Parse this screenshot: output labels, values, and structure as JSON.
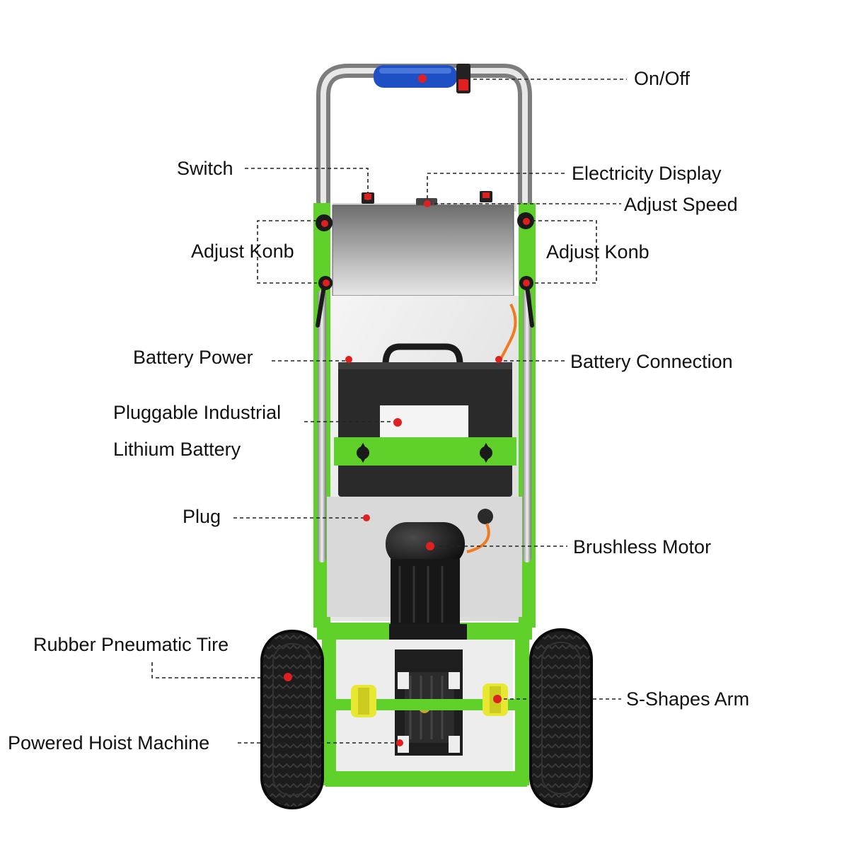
{
  "labels": {
    "on_off": "On/Off",
    "switch": "Switch",
    "electricity_display": "Electricity Display",
    "adjust_speed": "Adjust Speed",
    "adjust_knob_left": "Adjust Konb",
    "adjust_knob_right": "Adjust Konb",
    "battery_power": "Battery Power",
    "battery_connection": "Battery Connection",
    "pluggable_battery_line1": "Pluggable Industrial",
    "pluggable_battery_line2": "Lithium Battery",
    "plug": "Plug",
    "brushless_motor": "Brushless Motor",
    "rubber_tire": "Rubber Pneumatic Tire",
    "s_shapes_arm": "S-Shapes Arm",
    "hoist_machine": "Powered Hoist Machine"
  },
  "colors": {
    "frame_green": "#5fd12a",
    "marker_red": "#e02020",
    "handle_blue": "#1f4fc4",
    "battery_black": "#2a2a2a",
    "steel": "#c8c8c8",
    "tire_black": "#1c1c1c",
    "roller_yellow": "#e8e832"
  }
}
